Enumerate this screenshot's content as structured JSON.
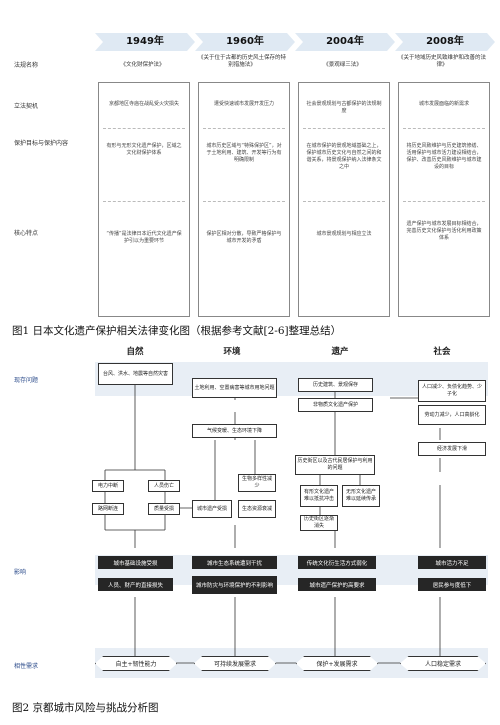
{
  "fig1": {
    "years": [
      "1949年",
      "1960年",
      "2004年",
      "2008年"
    ],
    "col_titles": [
      "《文化财保护法》",
      "《关于位于古都的历史风土保存的特别措施法》",
      "《景观绿三法》",
      "《关于地域历史风致维护和改善的法律》"
    ],
    "row_labels": [
      "法规名称",
      "立法契机",
      "保护目标与保护内容",
      "核心特点"
    ],
    "cells": [
      [
        "京都地区寺庙在战乱受火灾损失",
        "有形与无形文化遗产保护，区域之文化财保护体系",
        "“传播”是法律日本近代文化遗产保护引以为重要环节"
      ],
      [
        "遭受快速城市发展开发压力",
        "城市历史区域与“特殊保护区”，对于土地利用、建筑、开发等行为有明确限制",
        "保护区相对分散，导致严格保护与城市开发的矛盾"
      ],
      [
        "社会景观规划与古都保护的法规制度",
        "在城市保护的景观地域基础之上，保护城市历史文化与自然之间的和谐关系，将景观保护纳入法律条文之中",
        "城市景观规划与相应立法"
      ],
      [
        "城市发展面临的新需求",
        "将历史风致维护与历史建筑修缮、活用保护与城市活力建设相结合，保护、改善历史风致维护与城市建设的目标",
        "遗产保护与城市发展目标相结合，完善历史文化保护与活化利用政策体系"
      ]
    ],
    "caption": "图1 日本文化遗产保护相关法律变化图（根据参考文献[2-6]整理总结）"
  },
  "fig2": {
    "headers": [
      "自然",
      "环境",
      "遗产",
      "社会"
    ],
    "side": [
      "现存问题",
      "影响",
      "相性需求"
    ],
    "nature": [
      "台风、洪水、地震等自然灾害",
      "电力中断",
      "人员伤亡",
      "路网断连",
      "质量受损",
      "城市基础设施受损",
      "人员、财产的直接损失"
    ],
    "env": [
      "土地利用、空置病害等城市用地问题",
      "气候变暖、生态环境下降",
      "生物多样性减少",
      "城市遗产受损",
      "生态资源衰减",
      "城市生态系统遭到干扰",
      "城市防灾与环境保护的不利影响"
    ],
    "heritage": [
      "历史建筑、景观保存",
      "非物质文化遗产保护",
      "历史街区以及古代民居保护与利用的问题",
      "有形文化遗产难以抵抗冲击",
      "无形文化遗产难以延续传承",
      "历史街区逐渐消失",
      "传统文化衍生活方式弱化",
      "城市遗产保护的高要求"
    ],
    "society": [
      "人口减少、负债化趋势、少子化",
      "劳动力减少，人口高龄化",
      "经济发展下滑",
      "城市活力不足",
      "居民参与度低下"
    ],
    "needs": [
      "自主+韧性能力",
      "可持续发展需求",
      "保护+发展需求",
      "人口稳定需求"
    ],
    "caption": "图2 京都城市风险与挑战分析图"
  }
}
